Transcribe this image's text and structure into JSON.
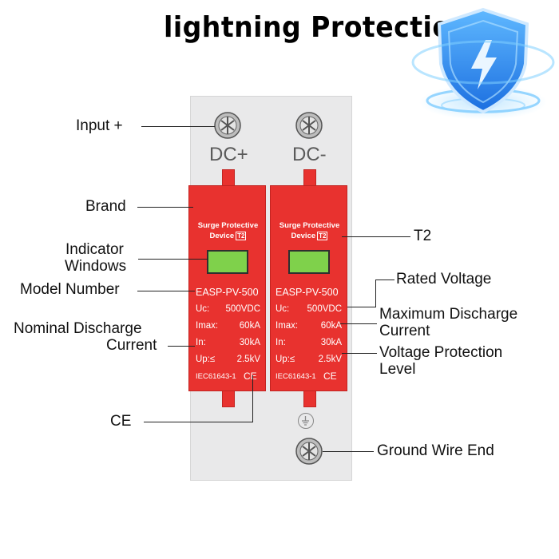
{
  "title": "lightning Protection",
  "device": {
    "pos_label": "DC+",
    "neg_label": "DC-",
    "module_title_line1": "Surge Protective",
    "module_title_line2": "Device",
    "t2_mark": "T2",
    "model": "EASP-PV-500",
    "specs": [
      {
        "key": "Uc:",
        "value": "500VDC"
      },
      {
        "key": "Imax:",
        "value": "60kA"
      },
      {
        "key": "In:",
        "value": "30kA"
      },
      {
        "key": "Up:≤",
        "value": "2.5kV"
      }
    ],
    "standard": "IEC61643-1",
    "ce_mark": "CE"
  },
  "labels": {
    "input": "Input +",
    "brand": "Brand",
    "indicator_1": "Indicator",
    "indicator_2": "Windows",
    "model_number": "Model Number",
    "nominal_1": "Nominal Discharge",
    "nominal_2": "Current",
    "ce": "CE",
    "t2": "T2",
    "rated_voltage": "Rated Voltage",
    "max_discharge_1": "Maximum Discharge",
    "max_discharge_2": "Current",
    "voltage_protection_1": "Voltage Protection",
    "voltage_protection_2": "Level",
    "ground": "Ground Wire End"
  },
  "colors": {
    "module_red": "#e8322f",
    "indicator_green": "#7fd14b",
    "shield_blue": "#2d8ff0"
  }
}
